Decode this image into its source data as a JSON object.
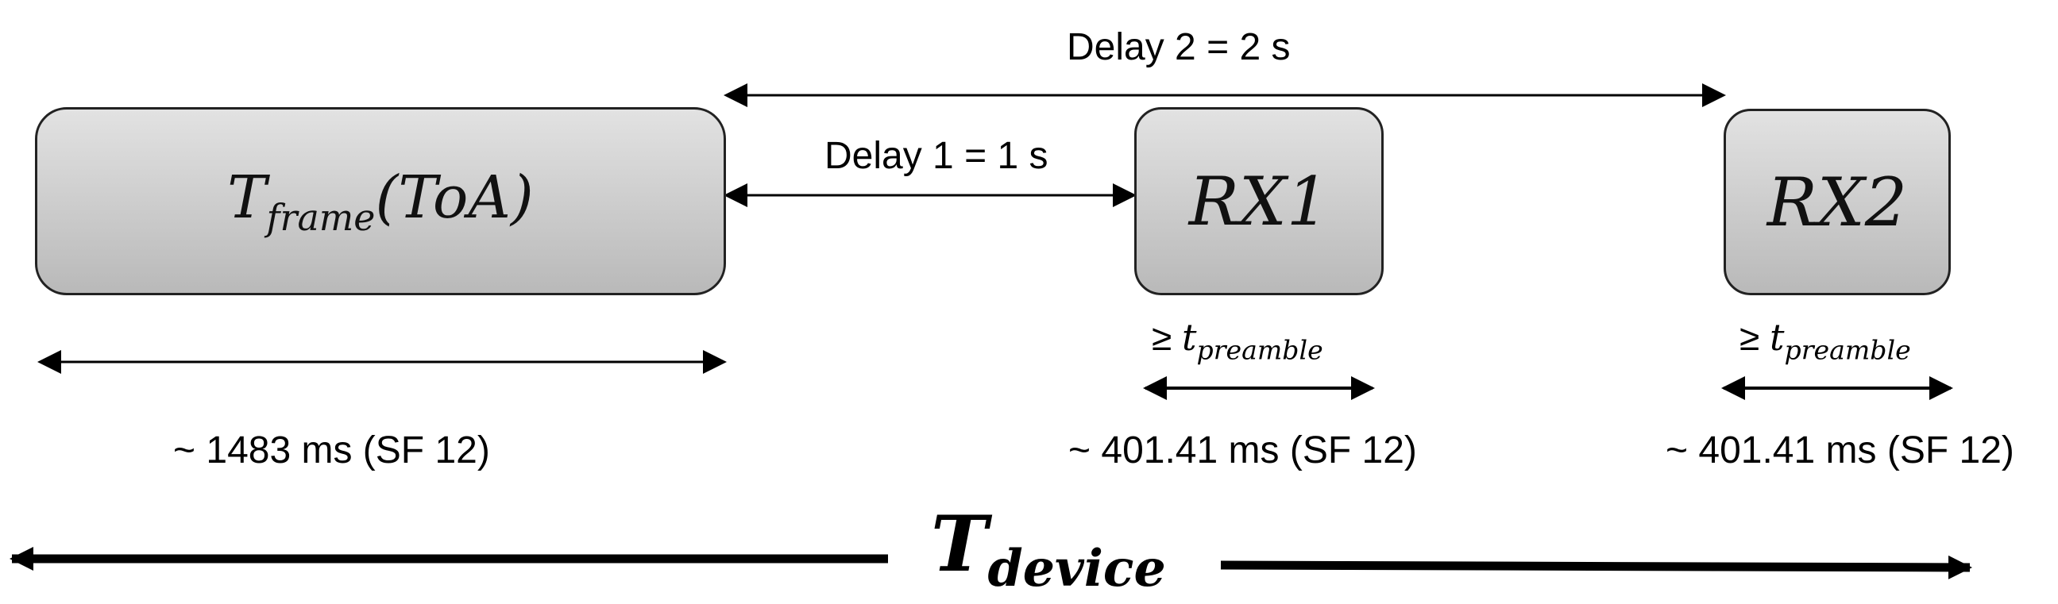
{
  "boxes": {
    "frame": {
      "main": "T",
      "sub": "frame",
      "suffix": "(ToA)"
    },
    "rx1": {
      "label": "RX1"
    },
    "rx2": {
      "label": "RX2"
    }
  },
  "delays": {
    "delay1": "Delay 1 = 1 s",
    "delay2": "Delay 2 = 2 s"
  },
  "preamble": {
    "rx1": {
      "ge": "≥ ",
      "t": "t",
      "sub": "preamble"
    },
    "rx2": {
      "ge": "≥ ",
      "t": "t",
      "sub": "preamble"
    }
  },
  "durations": {
    "frame": "~ 1483 ms (SF 12)",
    "rx1": "~ 401.41 ms (SF 12)",
    "rx2": "~ 401.41 ms (SF 12)"
  },
  "total": {
    "main": "T",
    "sub": "device"
  }
}
